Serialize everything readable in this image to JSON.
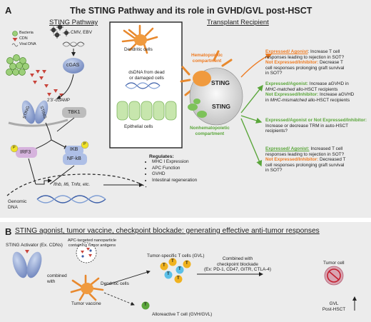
{
  "panel_a": {
    "letter": "A",
    "title": "The STING Pathway and its role in GVHD/GVL post-HSCT",
    "pathway_heading": "STING Pathway",
    "recipient_heading": "Transplant Recipient",
    "legend": {
      "bacteria": "Bacteria",
      "cdn": "CDN",
      "viral_dna": "Viral DNA"
    },
    "virus_label": "CMV, EBV",
    "cgas": "cGAS",
    "cgamp": "2’3’-cGAMP",
    "sting": "STING",
    "tbk1": "TBK1",
    "irf3": "IRF3",
    "ikb": "IKB",
    "nfkb": "NF-kB",
    "phospho": "P",
    "genes": "Ifnb, Il6, Tnfα, etc.",
    "genomic_dna": "Genomic\nDNA",
    "box": {
      "dendritic": "Dendritic cells",
      "dsdna": "dsDNA from dead\nor damaged cells",
      "epithelial": "Epithelial cells"
    },
    "regulates": {
      "heading": "Regulates:",
      "items": [
        "MHC I Expression",
        "APC Function",
        "GVHD",
        "Intestinal regeneration"
      ]
    },
    "hematopoietic": "Hematopoietic\ncompartment",
    "nonhematopoietic": "Nonhematopoietic\ncompartment",
    "outcomes": [
      {
        "lines": [
          [
            {
              "t": "Expressed/ Agonist",
              "c": "o",
              "u": true
            },
            {
              "t": ": Increase T cell"
            }
          ],
          [
            {
              "t": "responses leading to rejection in SOT?"
            }
          ],
          [
            {
              "t": "Not Expressed/Inhibitor:",
              "c": "o",
              "b": true
            },
            {
              "t": " Decrease T"
            }
          ],
          [
            {
              "t": "cell responses prolonging graft survival"
            }
          ],
          [
            {
              "t": "in SOT?"
            }
          ]
        ]
      },
      {
        "lines": [
          [
            {
              "t": "Expressed/Agonist:",
              "c": "g",
              "b": true
            },
            {
              "t": " Increase aGVHD in"
            }
          ],
          [
            {
              "t": "MHC-matched",
              "i": true
            },
            {
              "t": " allo-HSCT recipients"
            }
          ],
          [
            {
              "t": "Not Expressed/Inhibitor:",
              "c": "g",
              "b": true
            },
            {
              "t": " Increase aGVHD"
            }
          ],
          [
            {
              "t": "in "
            },
            {
              "t": "MHC-mismatched",
              "i": true
            },
            {
              "t": " allo-HSCT recipients"
            }
          ]
        ]
      },
      {
        "lines": [
          [
            {
              "t": "Expressed/Agonist or Not Expressed/Inhibitor:",
              "c": "g",
              "b": true
            }
          ],
          [
            {
              "t": "Increase or decrease TRM in auto-HSCT"
            }
          ],
          [
            {
              "t": "recipients?"
            }
          ]
        ]
      },
      {
        "lines": [
          [
            {
              "t": "Expressed/ Agonist:",
              "c": "g",
              "u": true
            },
            {
              "t": " Increased T cell"
            }
          ],
          [
            {
              "t": "responses leading to rejection in SOT?"
            }
          ],
          [
            {
              "t": "Not Expressed/Inhibitor:",
              "c": "o",
              "b": true
            },
            {
              "t": " Decreased T"
            }
          ],
          [
            {
              "t": "cell responses prolonging graft survival"
            }
          ],
          [
            {
              "t": "in SOT?"
            }
          ]
        ]
      }
    ]
  },
  "panel_b": {
    "letter": "B",
    "title": "STING agonist, tumor vaccine, checkpoint blockade: generating effective anti-tumor  responses",
    "activator": "STING Activator (Ex. CDNs)",
    "nanoparticle": "APC-targeted nanoparticle\ncontaining tumor antigens",
    "combined_with": "combined\nwith",
    "dendritic": "Dendritic cells",
    "tumor_vaccine": "Tumor vaccine",
    "tumor_specific": "Tumor-specific T cells (GVL)",
    "alloreactive": "Alloreactive T cell (GVH/GVL)",
    "checkpoint": "Combined with\ncheckpoint blockade\n(Ex: PD-1, CD47, GITR, CTLA-4)",
    "tumor_cell": "Tumor cell",
    "gvl": "GVL\nPost-HSCT",
    "t": "T"
  }
}
